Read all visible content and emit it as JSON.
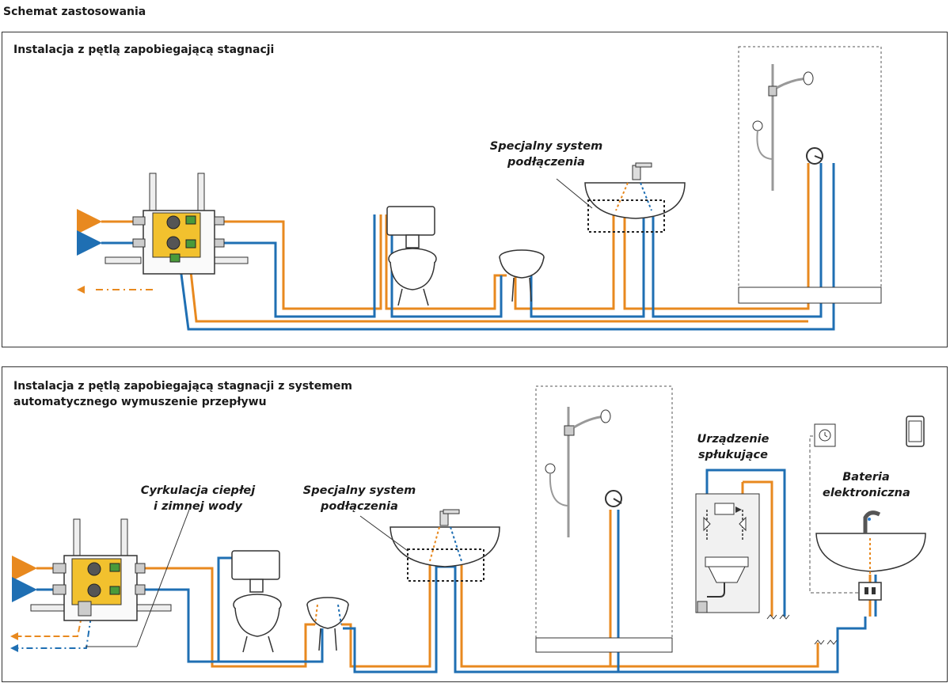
{
  "page_title": "Schemat zastosowania",
  "colors": {
    "hot": "#e8891f",
    "cold": "#1f6fb3",
    "brass": "#f2c12e",
    "outline": "#333333",
    "device": "#d8d8d8"
  },
  "panel1": {
    "title": "Instalacja z pętlą zapobiegającą stagnacji",
    "callout_special": "Specjalny system\npodłączenia"
  },
  "panel2": {
    "title": "Instalacja z pętlą zapobiegającą stagnacji z systemem automatycznego wymuszenie przepływu",
    "callout_circulation": "Cyrkulacja ciepłej\ni zimnej wody",
    "callout_special": "Specjalny system\npodłączenia",
    "callout_flush": "Urządzenie\nspłukujące",
    "callout_faucet": "Bateria\nelektroniczna"
  }
}
